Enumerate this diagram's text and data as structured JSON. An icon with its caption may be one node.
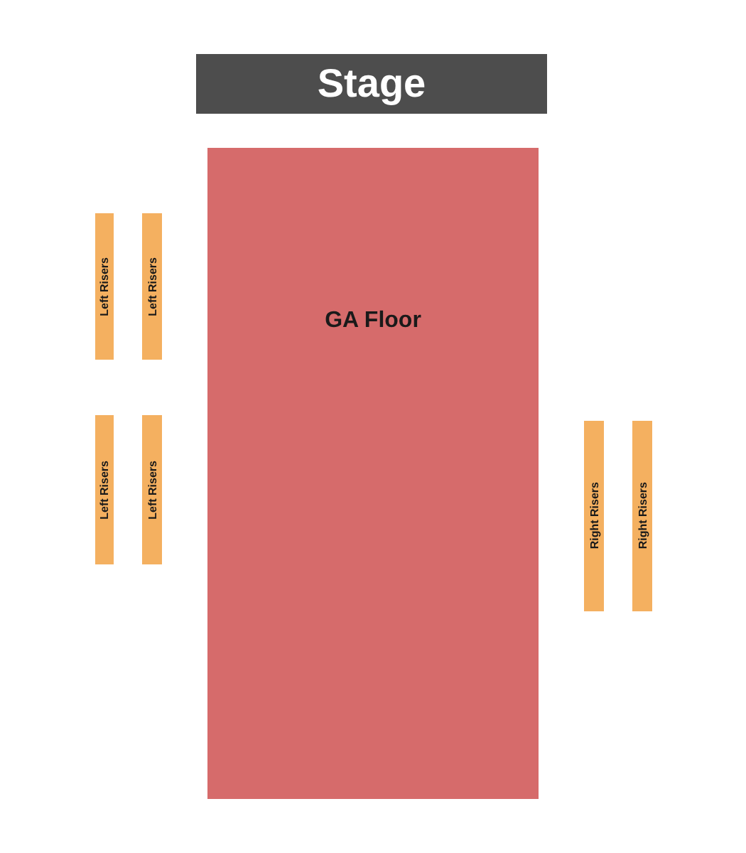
{
  "diagram": {
    "nodes": [
      {
        "text": [
          "Stage"
        ]
      },
      {
        "text": [
          "GA Floor"
        ]
      },
      {
        "text": [
          "Left Risers"
        ]
      },
      {
        "text": [
          "Left Risers"
        ]
      },
      {
        "text": [
          "Left Risers"
        ]
      },
      {
        "text": [
          "Left Risers"
        ]
      },
      {
        "text": [
          "Right Risers"
        ]
      },
      {
        "text": [
          "Right Risers"
        ]
      }
    ]
  }
}
